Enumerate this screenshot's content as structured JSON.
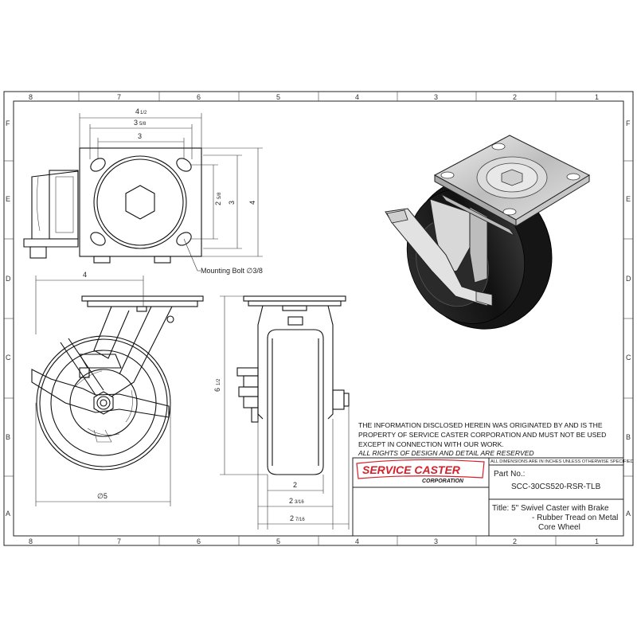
{
  "border": {
    "columns": [
      "8",
      "7",
      "6",
      "5",
      "4",
      "3",
      "2",
      "1"
    ],
    "rows": [
      "F",
      "E",
      "D",
      "C",
      "B",
      "A"
    ]
  },
  "dimensions": {
    "top_overall_width": "4",
    "top_overall_width_frac": "1/2",
    "top_width_2": "3",
    "top_width_2_frac": "5/8",
    "top_bolt_spacing_x": "3",
    "top_depth_1": "2",
    "top_depth_1_frac": "5/8",
    "top_depth_2": "3",
    "top_depth_3": "4",
    "mounting_bolt": "Mounting Bolt ∅3/8",
    "swivel_offset": "4",
    "wheel_diameter": "∅5",
    "overall_height": "6",
    "overall_height_frac": "1/2",
    "tread_width": "2",
    "hub_width_1": "2",
    "hub_width_1_frac": "3/16",
    "hub_width_2": "2",
    "hub_width_2_frac": "7/16"
  },
  "notice": {
    "line1": "THE INFORMATION DISCLOSED HEREIN WAS ORIGINATED BY AND IS THE",
    "line2": "PROPERTY OF SERVICE CASTER CORPORATION AND MUST NOT BE USED",
    "line3": "EXCEPT IN CONNECTION WITH OUR WORK.",
    "line4": "ALL RIGHTS OF DESIGN AND DETAIL ARE RESERVED"
  },
  "title_block": {
    "logo_main": "SERVICE CASTER",
    "logo_sub": "CORPORATION",
    "units_note": "ALL DIMENSIONS ARE IN INCHES UNLESS OTHERWISE SPECIFIED",
    "part_label": "Part No.:",
    "part_number": "SCC-30CS520-RSR-TLB",
    "title_line1": "Title: 5\" Swivel Caster with Brake",
    "title_line2": "- Rubber Tread on Metal",
    "title_line3": "Core Wheel"
  },
  "colors": {
    "logo_red": "#d4202b",
    "logo_dark": "#1a1a1a",
    "wheel_dark": "#1c1c1c",
    "metal": "#cfcfcf"
  }
}
